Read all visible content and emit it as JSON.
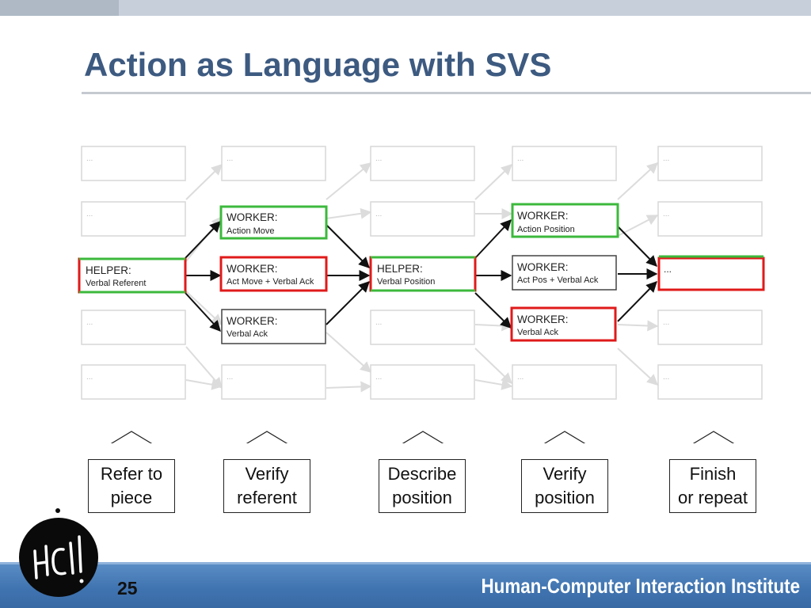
{
  "title": "Action as Language with SVS",
  "nodes": {
    "helper1": {
      "role": "HELPER:",
      "action": "Verbal Referent"
    },
    "worker_move": {
      "role": "WORKER:",
      "action": "Action Move"
    },
    "worker_move_ack": {
      "role": "WORKER:",
      "action": "Act Move + Verbal Ack"
    },
    "worker_ack1": {
      "role": "WORKER:",
      "action": "Verbal Ack"
    },
    "helper2": {
      "role": "HELPER:",
      "action": "Verbal Position"
    },
    "worker_pos": {
      "role": "WORKER:",
      "action": "Action Position"
    },
    "worker_pos_ack": {
      "role": "WORKER:",
      "action": "Act Pos + Verbal Ack"
    },
    "worker_ack2": {
      "role": "WORKER:",
      "action": "Verbal Ack"
    },
    "placeholder": "..."
  },
  "stages": [
    {
      "line1": "Refer to",
      "line2": "piece"
    },
    {
      "line1": "Verify",
      "line2": "referent"
    },
    {
      "line1": "Describe",
      "line2": "position"
    },
    {
      "line1": "Verify",
      "line2": "position"
    },
    {
      "line1": "Finish",
      "line2": "or repeat"
    }
  ],
  "colors": {
    "success": "#3cb93c",
    "failure": "#e01a1a",
    "title": "#3d5a80",
    "footer": "#3f73b0"
  },
  "footer": {
    "slide_number": "25",
    "institute": "Human-Computer Interaction Institute"
  },
  "logo": {
    "text": "HCII"
  }
}
